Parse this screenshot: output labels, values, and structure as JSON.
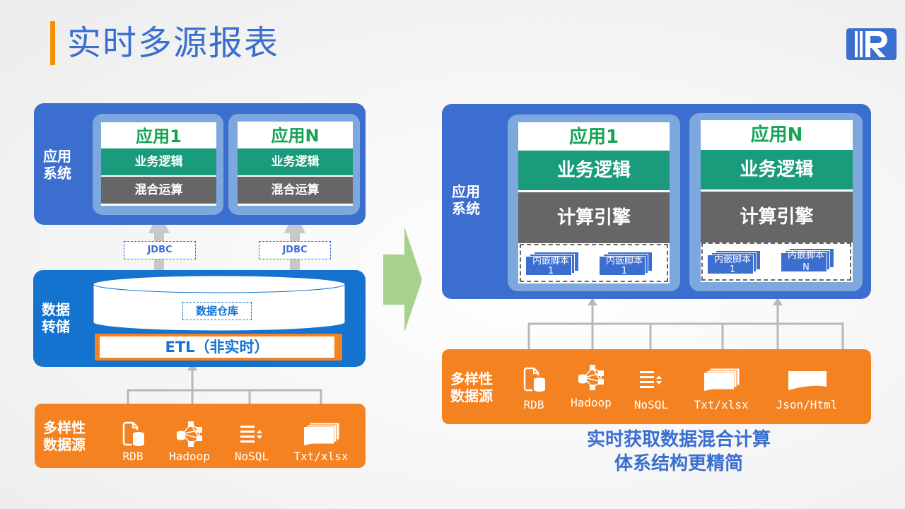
{
  "title": "实时多源报表",
  "logo": {
    "icon": "raqsoft-r-logo"
  },
  "left": {
    "app_system": {
      "label": "应用\n系统",
      "apps": [
        {
          "name": "应用1",
          "rows": [
            "业务逻辑",
            "混合运算"
          ]
        },
        {
          "name": "应用N",
          "rows": [
            "业务逻辑",
            "混合运算"
          ]
        }
      ]
    },
    "connectors": [
      "JDBC",
      "JDBC"
    ],
    "storage": {
      "label": "数据\n转储",
      "warehouse": "数据仓库",
      "etl": "ETL（非实时）"
    },
    "sources": {
      "label": "多样性\n数据源",
      "items": [
        {
          "icon": "rdb-icon",
          "label": "RDB"
        },
        {
          "icon": "hadoop-icon",
          "label": "Hadoop"
        },
        {
          "icon": "nosql-icon",
          "label": "NoSQL"
        },
        {
          "icon": "txt-xlsx-icon",
          "label": "Txt/xlsx"
        }
      ]
    }
  },
  "arrow": {
    "icon": "arrow-right-icon",
    "color": "#a9d18e"
  },
  "right": {
    "app_system": {
      "label": "应用\n系统",
      "apps": [
        {
          "name": "应用1",
          "rows": [
            "业务逻辑",
            "计算引擎"
          ],
          "scripts": [
            {
              "text": "内嵌脚本",
              "num": "1"
            },
            {
              "text": "内嵌脚本",
              "num": "1"
            }
          ]
        },
        {
          "name": "应用N",
          "rows": [
            "业务逻辑",
            "计算引擎"
          ],
          "scripts": [
            {
              "text": "内嵌脚本",
              "num": "1"
            },
            {
              "text": "内嵌脚本",
              "num": "N"
            }
          ]
        }
      ]
    },
    "sources": {
      "label": "多样性\n数据源",
      "items": [
        {
          "icon": "rdb-icon",
          "label": "RDB"
        },
        {
          "icon": "hadoop-icon",
          "label": "Hadoop"
        },
        {
          "icon": "nosql-icon",
          "label": "NoSQL"
        },
        {
          "icon": "txt-xlsx-icon",
          "label": "Txt/xlsx"
        },
        {
          "icon": "json-html-icon",
          "label": "Json/Html"
        }
      ]
    },
    "caption": [
      "实时获取数据混合计算",
      "体系结构更精简"
    ]
  },
  "colors": {
    "brand_blue": "#3b6ecf",
    "orange": "#f58220",
    "green": "#199b7c",
    "gray": "#666666",
    "app_green_text": "#13a454"
  }
}
